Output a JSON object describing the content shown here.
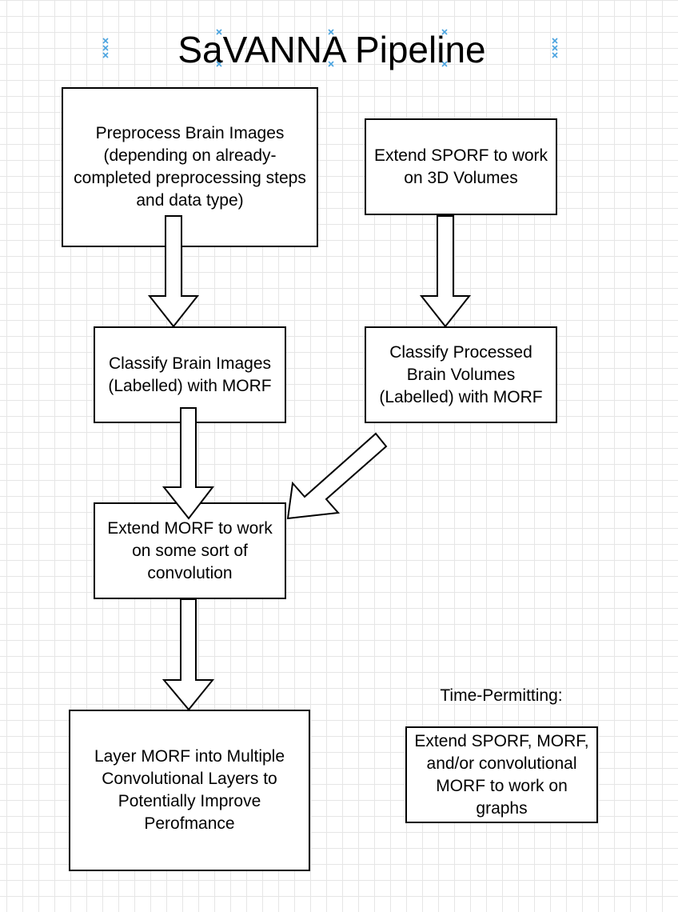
{
  "title": "SaVANNA Pipeline",
  "nodes": {
    "preprocess": "Preprocess Brain Images (depending on already-completed preprocessing steps and data type)",
    "extend_sporf": "Extend SPORF to work on 3D Volumes",
    "classify_images": "Classify Brain Images (Labelled) with MORF",
    "classify_volumes": "Classify Processed Brain Volumes (Labelled) with MORF",
    "extend_morf": "Extend MORF to work on some sort of convolution",
    "layer_morf": "Layer MORF into Multiple Convolutional Layers to Potentially Improve Perofmance",
    "time_permitting_label": "Time-Permitting:",
    "graphs": "Extend SPORF, MORF, and/or convolutional MORF to work on graphs"
  },
  "colors": {
    "border": "#000000",
    "grid": "#e6e6e6",
    "selection_handle": "#4aa3df"
  }
}
